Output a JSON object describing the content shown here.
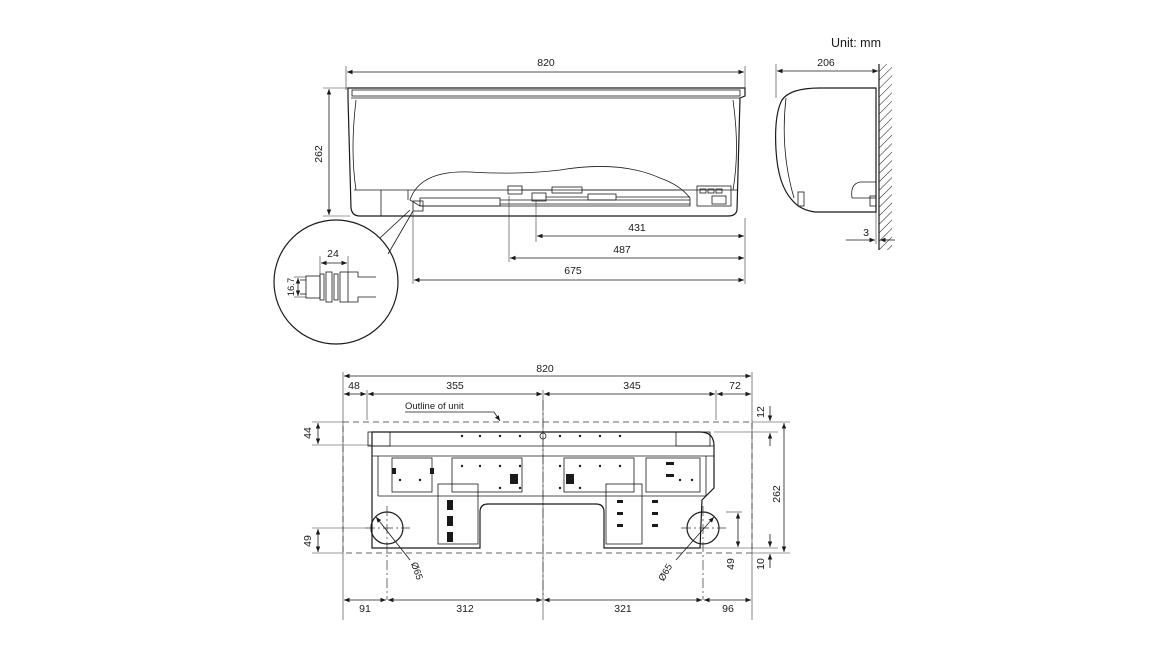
{
  "unit_label": "Unit: mm",
  "front_view": {
    "width": "820",
    "height": "262",
    "pipe_431": "431",
    "pipe_487": "487",
    "pipe_675": "675"
  },
  "side_view": {
    "depth": "206",
    "gap": "3"
  },
  "detail": {
    "length": "24",
    "diameter": "16.7"
  },
  "bottom_view": {
    "width": "820",
    "seg_48": "48",
    "seg_355": "355",
    "seg_345": "345",
    "seg_72": "72",
    "outline_label": "Outline of unit",
    "left_44": "44",
    "left_49": "49",
    "right_12": "12",
    "right_262": "262",
    "right_49": "49",
    "right_10": "10",
    "hole_left": "Ø65",
    "hole_right": "Ø65",
    "bot_91": "91",
    "bot_312": "312",
    "bot_321": "321",
    "bot_96": "96"
  }
}
